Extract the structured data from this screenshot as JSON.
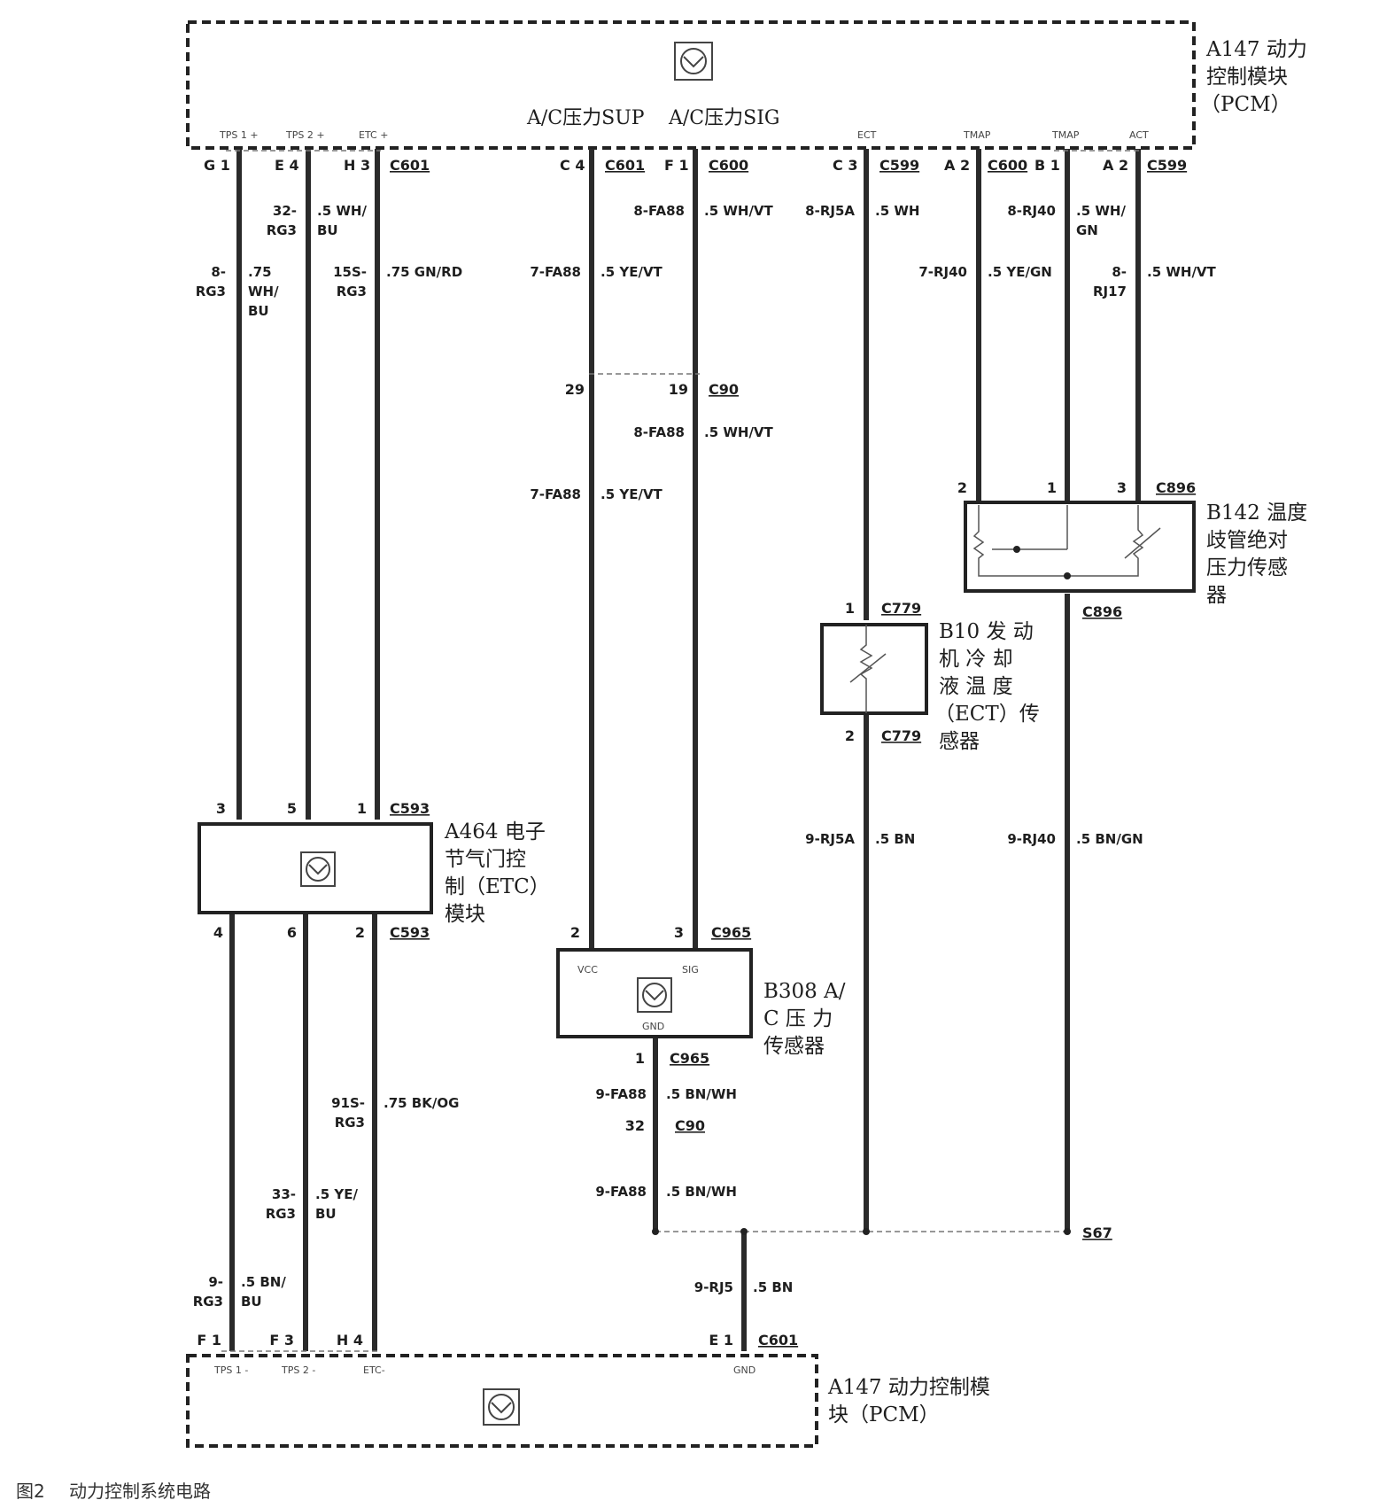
{
  "pcm_top": {
    "name_lines": [
      "A147 动力",
      "控制模块",
      "（PCM）"
    ],
    "sig_sup": "A/C压力SUP",
    "sig_sig": "A/C压力SIG",
    "pin_tps1": "TPS 1 +",
    "pin_tps2": "TPS 2 +",
    "pin_etc": "ETC +",
    "pin_ect": "ECT",
    "pin_tmap1": "TMAP",
    "pin_tmap2": "TMAP",
    "pin_act": "ACT"
  },
  "pcm_bottom": {
    "name_lines": [
      "A147 动力控制模",
      "块（PCM）"
    ],
    "pin_tps1": "TPS 1 -",
    "pin_tps2": "TPS 2 -",
    "pin_etc": "ETC-",
    "pin_gnd": "GND"
  },
  "etc_module": {
    "name_lines": [
      "A464 电子",
      "节气门控",
      "制（ETC）",
      "模块"
    ]
  },
  "ac_sensor": {
    "name_lines": [
      "B308 A/",
      "C 压 力",
      "传感器"
    ],
    "pin_vcc": "VCC",
    "pin_sig": "SIG",
    "pin_gnd": "GND"
  },
  "ect_sensor": {
    "name_lines": [
      "B10 发 动",
      "机 冷 却",
      "液 温 度",
      "（ECT）传",
      "感器"
    ]
  },
  "tmap_sensor": {
    "name_lines": [
      "B142 温度",
      "歧管绝对",
      "压力传感",
      "器"
    ]
  },
  "pins": {
    "g1": "G 1",
    "e4": "E 4",
    "h3": "H 3",
    "c4": "C 4",
    "f1": "F 1",
    "c3": "C 3",
    "a2a": "A 2",
    "b1": "B 1",
    "a2b": "A 2",
    "etc3": "3",
    "etc5": "5",
    "etc1": "1",
    "etc4": "4",
    "etc6": "6",
    "etc2": "2",
    "c90_29": "29",
    "c90_19": "19",
    "tmap2": "2",
    "tmap1": "1",
    "tmap3": "3",
    "ect1": "1",
    "ect2": "2",
    "ac2": "2",
    "ac3": "3",
    "ac1": "1",
    "c90_32": "32",
    "f1b": "F 1",
    "f3b": "F 3",
    "h4b": "H 4",
    "e1b": "E 1"
  },
  "connectors": {
    "c601_a": "C601",
    "c601_b": "C601",
    "c600_a": "C600",
    "c599_a": "C599",
    "c600_b": "C600",
    "c599_b": "C599",
    "c593_a": "C593",
    "c593_b": "C593",
    "c90_a": "C90",
    "c896_a": "C896",
    "c896_b": "C896",
    "c779_a": "C779",
    "c779_b": "C779",
    "c965_a": "C965",
    "c965_b": "C965",
    "c90_b": "C90",
    "s67": "S67",
    "c601_c": "C601"
  },
  "wires": {
    "w1_circ": [
      "8-",
      "RG3"
    ],
    "w1_spec": [
      ".75",
      "WH/",
      "BU"
    ],
    "w2_circ": [
      "32-",
      "RG3"
    ],
    "w2_spec": [
      ".5 WH/",
      "BU"
    ],
    "w3_circ": [
      "15S-",
      "RG3"
    ],
    "w3_spec": ".75 GN/RD",
    "w4_circ": "7-FA88",
    "w4_spec": ".5 YE/VT",
    "w5_circ": "8-FA88",
    "w5_spec": ".5 WH/VT",
    "w4b_circ": "7-FA88",
    "w4b_spec": ".5 YE/VT",
    "w5b_circ": "8-FA88",
    "w5b_spec": ".5 WH/VT",
    "w6_circ": "8-RJ5A",
    "w6_spec": ".5 WH",
    "w7_circ": "7-RJ40",
    "w7_spec": ".5 YE/GN",
    "w8_circ": "8-RJ40",
    "w8_spec": [
      ".5 WH/",
      "GN"
    ],
    "w9_circ": [
      "8-",
      "RJ17"
    ],
    "w9_spec": ".5 WH/VT",
    "w10_circ": "9-RJ5A",
    "w10_spec": ".5 BN",
    "w11_circ": "9-RJ40",
    "w11_spec": ".5 BN/GN",
    "w12_circ": [
      "91S-",
      "RG3"
    ],
    "w12_spec": ".75 BK/OG",
    "w13_circ": [
      "33-",
      "RG3"
    ],
    "w13_spec": [
      ".5 YE/",
      "BU"
    ],
    "w14_circ": [
      "9-",
      "RG3"
    ],
    "w14_spec": [
      ".5 BN/",
      "BU"
    ],
    "w15_circ": "9-FA88",
    "w15_spec": ".5 BN/WH",
    "w15b_circ": "9-FA88",
    "w15b_spec": ".5 BN/WH",
    "w16_circ": "9-RJ5",
    "w16_spec": ".5 BN"
  },
  "caption": {
    "fig": "图2",
    "title": "动力控制系统电路"
  }
}
